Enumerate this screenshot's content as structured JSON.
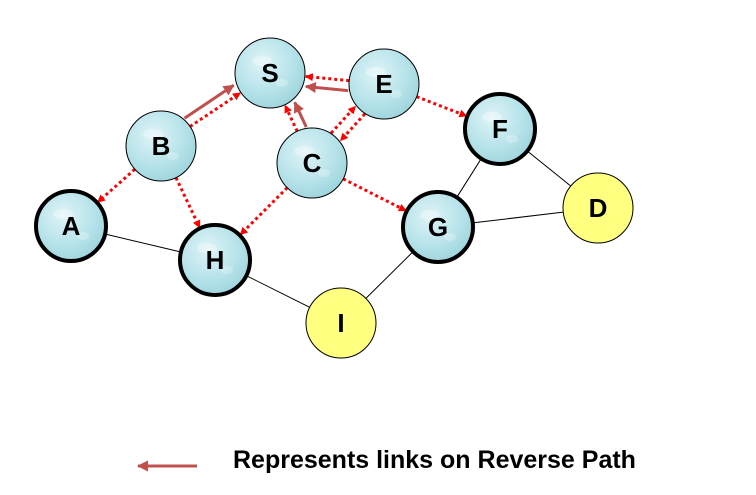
{
  "colors": {
    "node_fill_blue": "#b7e3ea",
    "node_fill_yellow": "#ffff80",
    "broadcast_link": "#ff0000",
    "reverse_path": "#c0504d",
    "plain_link": "#000000"
  },
  "nodes": {
    "S": {
      "label": "S",
      "type": "blue",
      "bold_border": false
    },
    "E": {
      "label": "E",
      "type": "blue",
      "bold_border": false
    },
    "B": {
      "label": "B",
      "type": "blue",
      "bold_border": false
    },
    "C": {
      "label": "C",
      "type": "blue",
      "bold_border": false
    },
    "F": {
      "label": "F",
      "type": "blue",
      "bold_border": true
    },
    "A": {
      "label": "A",
      "type": "blue",
      "bold_border": true
    },
    "H": {
      "label": "H",
      "type": "blue",
      "bold_border": true
    },
    "G": {
      "label": "G",
      "type": "blue",
      "bold_border": true
    },
    "D": {
      "label": "D",
      "type": "yellow",
      "bold_border": false
    },
    "I": {
      "label": "I",
      "type": "yellow",
      "bold_border": false
    }
  },
  "dotted_edges": [
    [
      "B",
      "S"
    ],
    [
      "E",
      "S"
    ],
    [
      "C",
      "S"
    ],
    [
      "C",
      "E"
    ],
    [
      "E",
      "C"
    ],
    [
      "E",
      "F"
    ],
    [
      "B",
      "A"
    ],
    [
      "B",
      "H"
    ],
    [
      "C",
      "H"
    ],
    [
      "C",
      "G"
    ]
  ],
  "reverse_path_edges": [
    [
      "B",
      "S"
    ],
    [
      "E",
      "S"
    ],
    [
      "C",
      "S"
    ]
  ],
  "plain_edges": [
    [
      "A",
      "H"
    ],
    [
      "H",
      "I"
    ],
    [
      "I",
      "G"
    ],
    [
      "G",
      "F"
    ],
    [
      "G",
      "D"
    ],
    [
      "F",
      "D"
    ]
  ],
  "legend": {
    "label": "Represents links on Reverse Path"
  }
}
